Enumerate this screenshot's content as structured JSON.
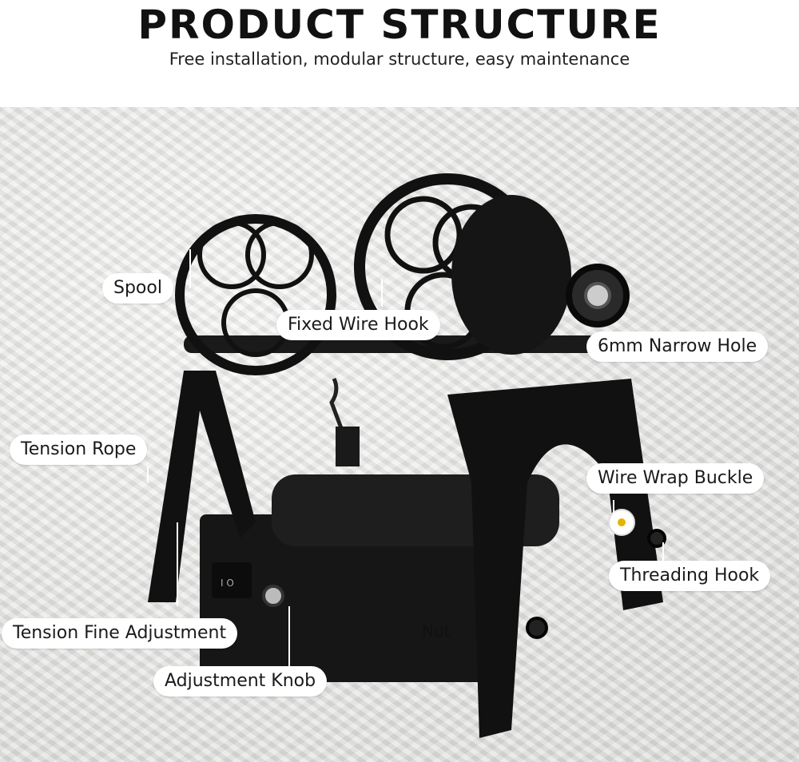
{
  "header": {
    "title": "PRODUCT STRUCTURE",
    "subtitle": "Free installation, modular structure, easy maintenance"
  },
  "labels": {
    "spool": "Spool",
    "fixed_wire_hook": "Fixed Wire Hook",
    "narrow_hole": "6mm Narrow Hole",
    "tension_rope": "Tension Rope",
    "wire_wrap_buckle": "Wire Wrap Buckle",
    "threading_hook": "Threading Hook",
    "tension_fine_adjustment": "Tension Fine Adjustment",
    "nut": "Nut",
    "adjustment_knob": "Adjustment Knob",
    "switch_marking": "I O"
  },
  "colors": {
    "machine": "#141414",
    "label_bg": "#ffffff",
    "leader_line": "#ffffff"
  }
}
